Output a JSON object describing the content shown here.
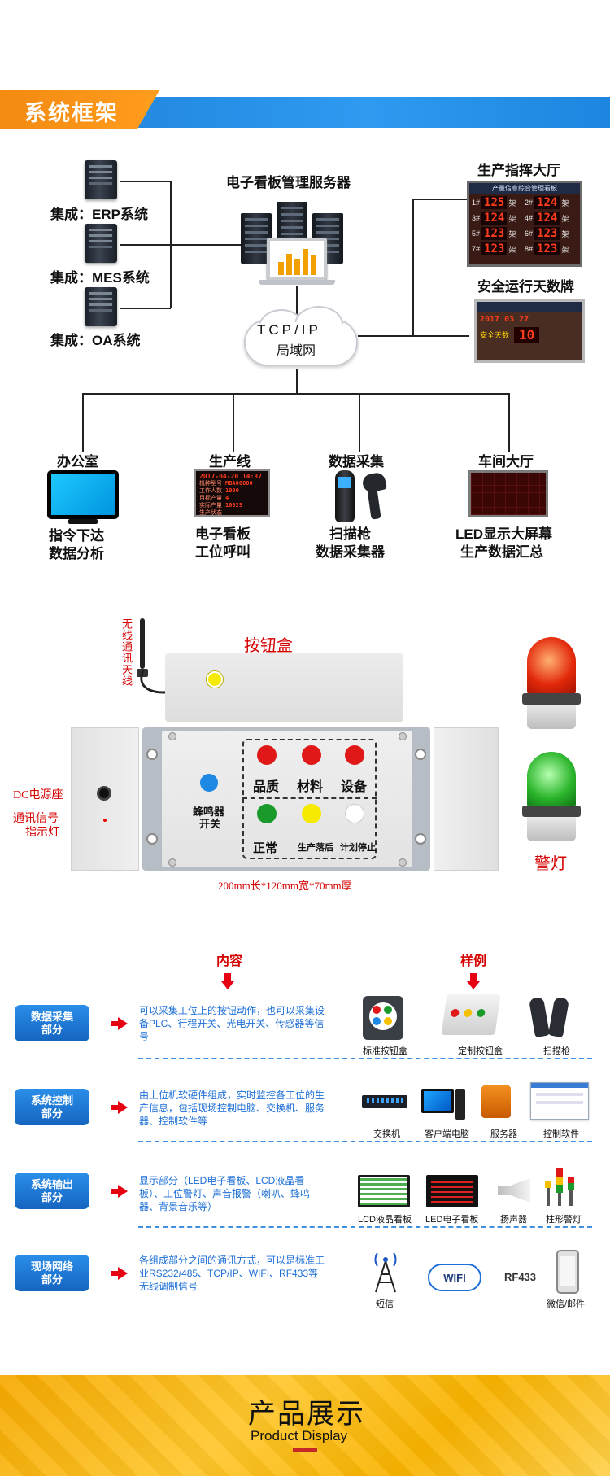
{
  "section1": {
    "title": "系统框架",
    "server": "电子看板管理服务器",
    "left_nodes": [
      "集成：ERP系统",
      "集成：MES系统",
      "集成：OA系统"
    ],
    "network": {
      "line1": "TCP/IP",
      "line2": "局域网"
    },
    "command_hall": "生产指挥大厅",
    "command_board": {
      "header": "产量信息综合管理看板",
      "cells": [
        {
          "no": "1#",
          "val": "125",
          "unit": "架"
        },
        {
          "no": "2#",
          "val": "124",
          "unit": "架"
        },
        {
          "no": "3#",
          "val": "124",
          "unit": "架"
        },
        {
          "no": "4#",
          "val": "124",
          "unit": "架"
        },
        {
          "no": "5#",
          "val": "123",
          "unit": "架"
        },
        {
          "no": "6#",
          "val": "123",
          "unit": "架"
        },
        {
          "no": "7#",
          "val": "123",
          "unit": "架"
        },
        {
          "no": "8#",
          "val": "123",
          "unit": "架"
        }
      ]
    },
    "safety_title": "安全运行天数牌",
    "safety_board": {
      "date": "2017 03 27",
      "days_label": "安全天数",
      "days": "10"
    },
    "bottom_nodes": [
      {
        "title": "办公室",
        "line1": "指令下达",
        "line2": "数据分析"
      },
      {
        "title": "生产线",
        "line1": "电子看板",
        "line2": "工位呼叫"
      },
      {
        "title": "数据采集",
        "line1": "扫描枪",
        "line2": "数据采集器"
      },
      {
        "title": "车间大厅",
        "line1": "LED显示大屏幕",
        "line2": "生产数据汇总"
      }
    ],
    "production_line_board": {
      "time": "2017-04-20 14:37",
      "rows": [
        {
          "label": "机种型号",
          "value": "MBA00000"
        },
        {
          "label": "工作人数",
          "value": "1000"
        },
        {
          "label": "目标产量",
          "value": "4"
        },
        {
          "label": "实际产量",
          "value": "10029"
        },
        {
          "label": "生产状态",
          "value": ""
        }
      ]
    }
  },
  "section2": {
    "antenna": "无线通讯天线",
    "button_box": "按钮盒",
    "dc": "DC电源座",
    "signal": [
      "通讯信号",
      "指示灯"
    ],
    "buzzer": [
      "蜂鸣器",
      "开关"
    ],
    "top_buttons": [
      "品质",
      "材料",
      "设备"
    ],
    "bottom_buttons": [
      "正常",
      "生产落后",
      "计划停止"
    ],
    "dimensions": "200mm长*120mm宽*70mm厚",
    "alarm": "警灯",
    "colors": {
      "red": "#e01818",
      "green": "#1a9a2a",
      "yellow": "#f5ea00",
      "white": "#ffffff",
      "blue": "#1e88e5"
    }
  },
  "section3": {
    "content_header": "内容",
    "sample_header": "样例",
    "rows": [
      {
        "category": "数据采集部分",
        "desc": "可以采集工位上的按钮动作，也可以采集设备PLC、行程开关、光电开关、传感器等信号",
        "items": [
          "标准按钮盒",
          "定制按钮盒",
          "扫描枪"
        ]
      },
      {
        "category": "系统控制部分",
        "desc": "由上位机软硬件组成，实时监控各工位的生产信息，包括现场控制电脑、交换机、服务器、控制软件等",
        "items": [
          "交换机",
          "客户端电脑",
          "服务器",
          "控制软件"
        ]
      },
      {
        "category": "系统输出部分",
        "desc": "显示部分（LED电子看板、LCD液晶看板）、工位警灯、声音报警（喇叭、蜂鸣器、背景音乐等）",
        "items": [
          "LCD液晶看板",
          "LED电子看板",
          "扬声器",
          "柱形警灯"
        ]
      },
      {
        "category": "现场网络部分",
        "desc": "各组成部分之间的通讯方式，可以是标准工业RS232/485、TCP/IP、WIFI、RF433等无线调制信号",
        "items": [
          "短信",
          "WIFI",
          "RF433",
          "微信/邮件"
        ]
      }
    ]
  },
  "footer": {
    "title": "产品展示",
    "subtitle": "Product Display"
  }
}
